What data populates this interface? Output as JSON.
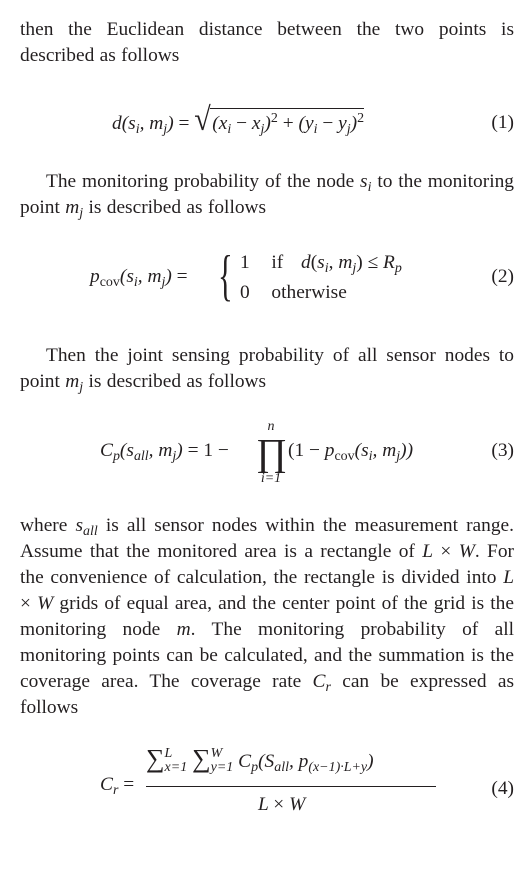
{
  "paragraphs": {
    "p1": "then the Euclidean distance between the two points is described as follows",
    "p2_a": "The monitoring probability of the node ",
    "p2_b": " to the monitoring point ",
    "p2_c": " is described as follows",
    "p3_a": "Then the joint sensing probability of all sensor nodes to point ",
    "p3_b": " is described as follows",
    "p4_a": "where ",
    "p4_b": " is all sensor nodes within the measurement range. Assume that the monitored area is a rectangle of ",
    "p4_c": ". For the convenience of calculation, the rectangle is divided into ",
    "p4_d": " grids of equal area, and the center point of the grid is the monitoring node ",
    "p4_e": ". The monitoring probability of all monitoring points can be calculated, and the summation is the coverage area. The coverage rate ",
    "p4_f": " can be expressed as follows"
  },
  "equations": {
    "eq1_number": "(1)",
    "eq2_number": "(2)",
    "eq3_number": "(3)",
    "eq4_number": "(4)",
    "eq2_case1_value": "1",
    "eq2_case1_cond": "if",
    "eq2_case2_value": "0",
    "eq2_case2_cond": "otherwise",
    "eq3_upper": "n",
    "eq3_lower": "i=1",
    "eq4_upper1": "L",
    "eq4_lower1": "x=1",
    "eq4_upper2": "W",
    "eq4_lower2": "y=1"
  }
}
